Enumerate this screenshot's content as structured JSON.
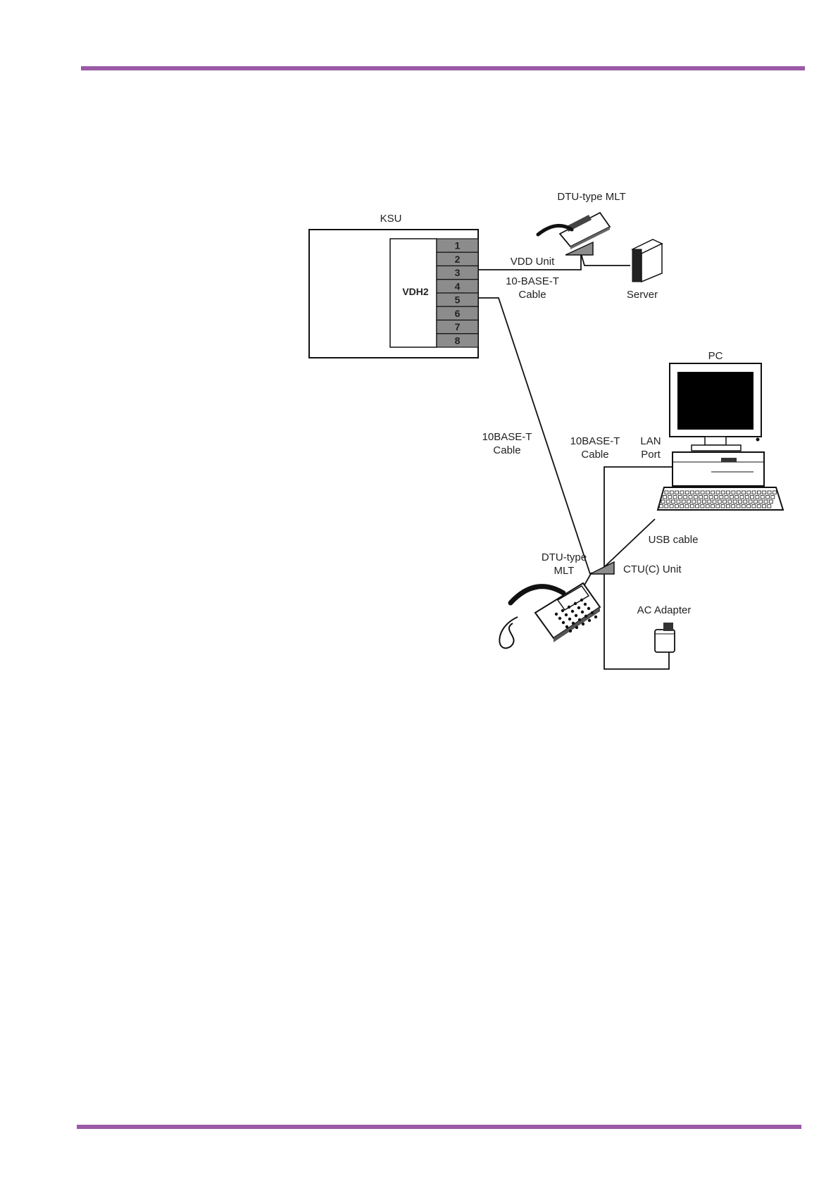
{
  "colors": {
    "rule": "#9b5aa6",
    "line": "#111111",
    "port_fill": "#8c8c8c"
  },
  "ksu": {
    "label": "KSU",
    "card_label": "VDH2",
    "ports": [
      "1",
      "2",
      "3",
      "4",
      "5",
      "6",
      "7",
      "8"
    ]
  },
  "top_mlt": {
    "label": "DTU-type MLT"
  },
  "vdd_unit": {
    "label": "VDD Unit"
  },
  "top_cable": {
    "line1": "10-BASE-T",
    "line2": "Cable"
  },
  "server": {
    "label": "Server"
  },
  "pc": {
    "label": "PC",
    "lan_port_line1": "LAN",
    "lan_port_line2": "Port"
  },
  "long_cable": {
    "line1": "10BASE-T",
    "line2": "Cable"
  },
  "pc_cable": {
    "line1": "10BASE-T",
    "line2": "Cable"
  },
  "usb_cable": {
    "label": "USB cable"
  },
  "bottom_mlt": {
    "line1": "DTU-type",
    "line2": "MLT"
  },
  "ctu_unit": {
    "label": "CTU(C) Unit"
  },
  "ac_adapter": {
    "label": "AC Adapter"
  }
}
